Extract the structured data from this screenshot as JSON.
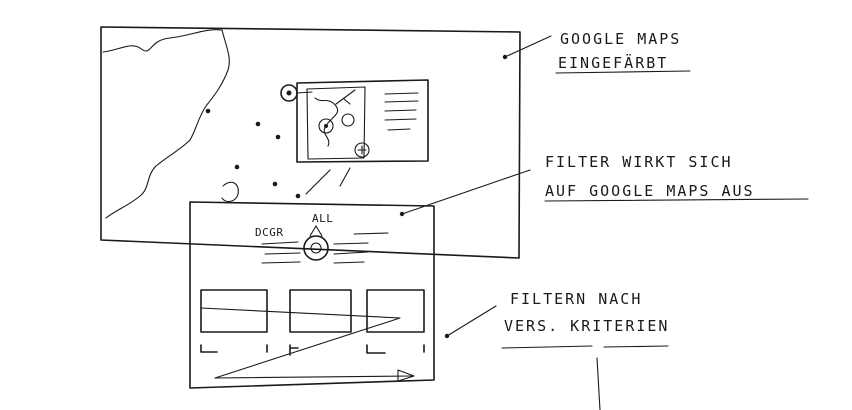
{
  "annotations": {
    "map_note_line1": "GOOGLE MAPS",
    "map_note_line2": "EINGEFÄRBT",
    "filter_note_line1": "FILTER WIRKT SICH",
    "filter_note_line2": "AUF GOOGLE MAPS AUS",
    "criteria_note_line1": "FILTERN NACH",
    "criteria_note_line2": "VERS. KRITERIEN"
  },
  "filter_panel": {
    "all_label": "ALL",
    "left_label": "DCGR"
  }
}
